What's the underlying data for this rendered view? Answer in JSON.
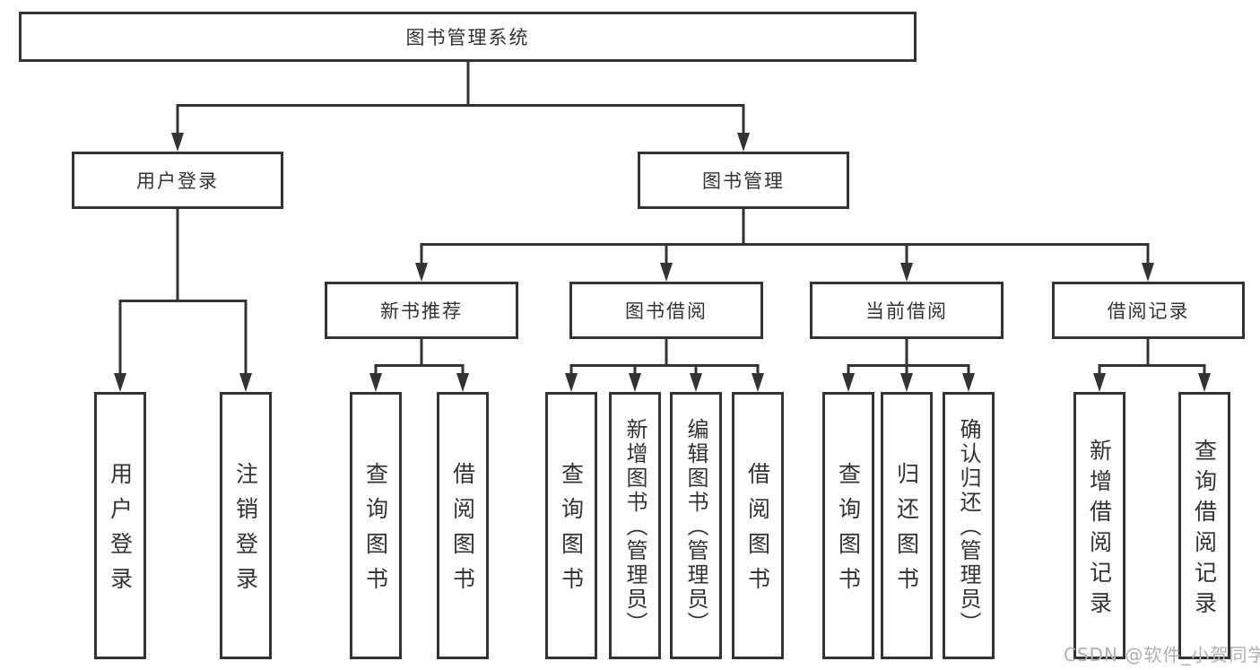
{
  "diagram": {
    "root": {
      "label": "图书管理系统"
    },
    "branches": [
      {
        "label": "用户登录",
        "children": [
          {
            "label": "用户登录"
          },
          {
            "label": "注销登录"
          }
        ]
      },
      {
        "label": "图书管理",
        "groups": [
          {
            "label": "新书推荐",
            "children": [
              {
                "label": "查询图书"
              },
              {
                "label": "借阅图书"
              }
            ]
          },
          {
            "label": "图书借阅",
            "children": [
              {
                "label": "查询图书"
              },
              {
                "label": "新增图书（管理员）"
              },
              {
                "label": "编辑图书（管理员）"
              },
              {
                "label": "借阅图书"
              }
            ]
          },
          {
            "label": "当前借阅",
            "children": [
              {
                "label": "查询图书"
              },
              {
                "label": "归还图书"
              },
              {
                "label": "确认归还（管理员）"
              }
            ]
          },
          {
            "label": "借阅记录",
            "children": [
              {
                "label": "新增借阅记录"
              },
              {
                "label": "查询借阅记录"
              }
            ]
          }
        ]
      }
    ]
  },
  "watermark": {
    "text": "CSDN @软件_小贺同学"
  },
  "colors": {
    "line": "#333333",
    "text": "#333333",
    "watermark": "#b0b0b0",
    "background": "#ffffff"
  }
}
